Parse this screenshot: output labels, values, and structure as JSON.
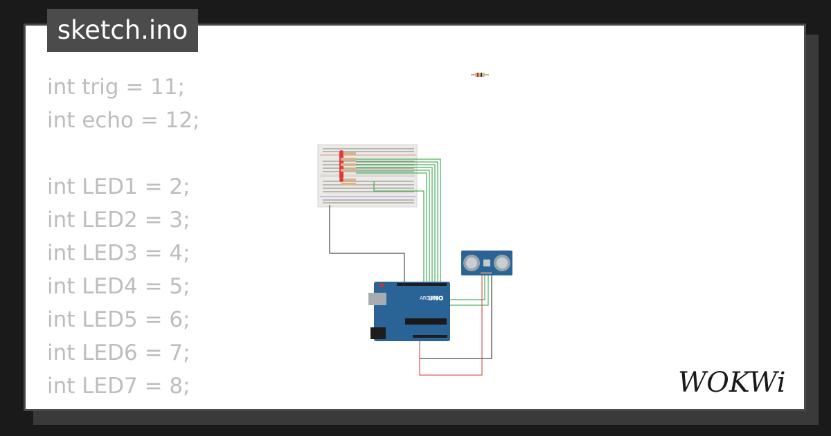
{
  "header": {
    "filename": "sketch.ino"
  },
  "code_lines": [
    "int trig = 11;",
    "int echo = 12;",
    "",
    "int LED1 = 2;",
    "int LED2 = 3;",
    "int LED3 = 4;",
    "int LED4 = 5;",
    "int LED5 = 6;",
    "int LED6 = 7;",
    "int LED7 = 8;"
  ],
  "circuit": {
    "components": [
      "breadboard",
      "red-leds",
      "resistors",
      "arduino-uno",
      "hc-sr04-ultrasonic-sensor"
    ],
    "board_label": "UNO",
    "board_brand": "ARDUINO"
  },
  "brand": {
    "logo_text": "WOKWi"
  },
  "colors": {
    "background": "#1a1a1a",
    "card": "#ffffff",
    "badge": "#4b4b4b",
    "code_text": "#bdbdbd",
    "arduino_blue": "#2a6496",
    "wire_green": "#1f9e3a",
    "wire_red": "#d63030",
    "wire_black": "#222222"
  }
}
